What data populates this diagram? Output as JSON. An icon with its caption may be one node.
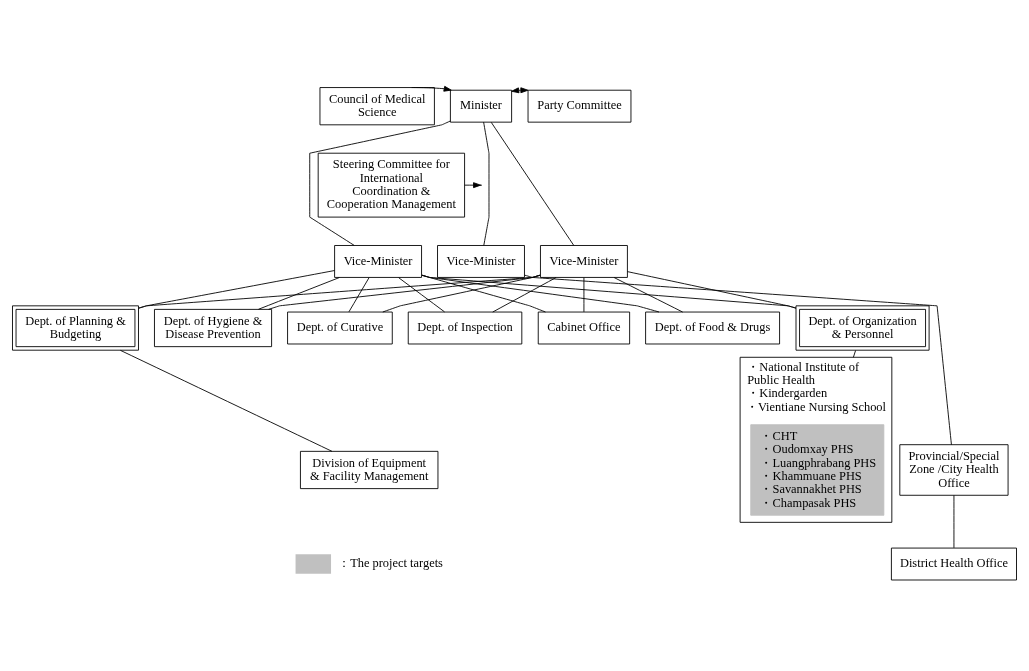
{
  "diagram": {
    "nodes": [
      {
        "text": [
          "Council of Medical Science"
        ]
      },
      {
        "text": [
          "Minister"
        ]
      },
      {
        "text": [
          "Party Committee"
        ]
      },
      {
        "text": [
          "Steering Committee for International Coordination & Cooperation Management"
        ]
      },
      {
        "text": [
          "Vice-Minister"
        ]
      },
      {
        "text": [
          "Vice-Minister"
        ]
      },
      {
        "text": [
          "Vice-Minister"
        ]
      },
      {
        "text": [
          "Dept. of Planning & Budgeting"
        ]
      },
      {
        "text": [
          "Dept. of Hygiene & Disease Prevention"
        ]
      },
      {
        "text": [
          "Dept. of Curative"
        ]
      },
      {
        "text": [
          "Dept. of Inspection"
        ]
      },
      {
        "text": [
          "Cabinet Office"
        ]
      },
      {
        "text": [
          "Dept. of Food & Drugs"
        ]
      },
      {
        "text": [
          "Dept. of Organization & Personnel"
        ]
      },
      {
        "text": [
          "Division of Equipment & Facility Management"
        ]
      },
      {
        "text": [
          "Provincial/Special Zone /City Health Office"
        ]
      },
      {
        "text": [
          "District Health Office"
        ]
      },
      {
        "text": [
          "・National Institute of Public Health",
          "・Kindergarden",
          "・Vientiane Nursing School"
        ]
      },
      {
        "text": [
          "・CHT",
          "・Oudomxay PHS",
          "・Luangphrabang PHS",
          "・Khammuane PHS",
          "・Savannakhet PHS",
          "・Champasak PHS"
        ],
        "in": 17
      }
    ],
    "edges": [
      {
        "from": 0,
        "to": 1,
        "arrow": "to"
      },
      {
        "from": 1,
        "to": 2,
        "arrow": "both"
      },
      {
        "from": 3,
        "to": null,
        "arrow": "to"
      },
      {
        "from": 1,
        "to": 4,
        "arrow": "none"
      },
      {
        "from": 1,
        "to": 5,
        "arrow": "none"
      },
      {
        "from": 1,
        "to": 6,
        "arrow": "none"
      },
      {
        "from": 4,
        "to": 7,
        "arrow": "none"
      },
      {
        "from": 4,
        "to": 8,
        "arrow": "none"
      },
      {
        "from": 4,
        "to": 9,
        "arrow": "none"
      },
      {
        "from": 4,
        "to": 10,
        "arrow": "none"
      },
      {
        "from": 4,
        "to": 11,
        "arrow": "none"
      },
      {
        "from": 4,
        "to": 12,
        "arrow": "none"
      },
      {
        "from": 4,
        "to": 13,
        "arrow": "none"
      },
      {
        "from": 6,
        "to": 7,
        "arrow": "none"
      },
      {
        "from": 6,
        "to": 8,
        "arrow": "none"
      },
      {
        "from": 6,
        "to": 9,
        "arrow": "none"
      },
      {
        "from": 6,
        "to": 10,
        "arrow": "none"
      },
      {
        "from": 6,
        "to": 11,
        "arrow": "none"
      },
      {
        "from": 6,
        "to": 12,
        "arrow": "none"
      },
      {
        "from": 6,
        "to": 13,
        "arrow": "none"
      },
      {
        "from": 5,
        "to": 15,
        "arrow": "none"
      },
      {
        "from": 7,
        "to": 14,
        "arrow": "none"
      },
      {
        "from": 15,
        "to": 16,
        "arrow": "none"
      },
      {
        "from": 13,
        "to": 17,
        "arrow": "none"
      }
    ],
    "legend": [
      {
        "text": "：The project targets",
        "color": "#c0c0c0"
      }
    ]
  }
}
